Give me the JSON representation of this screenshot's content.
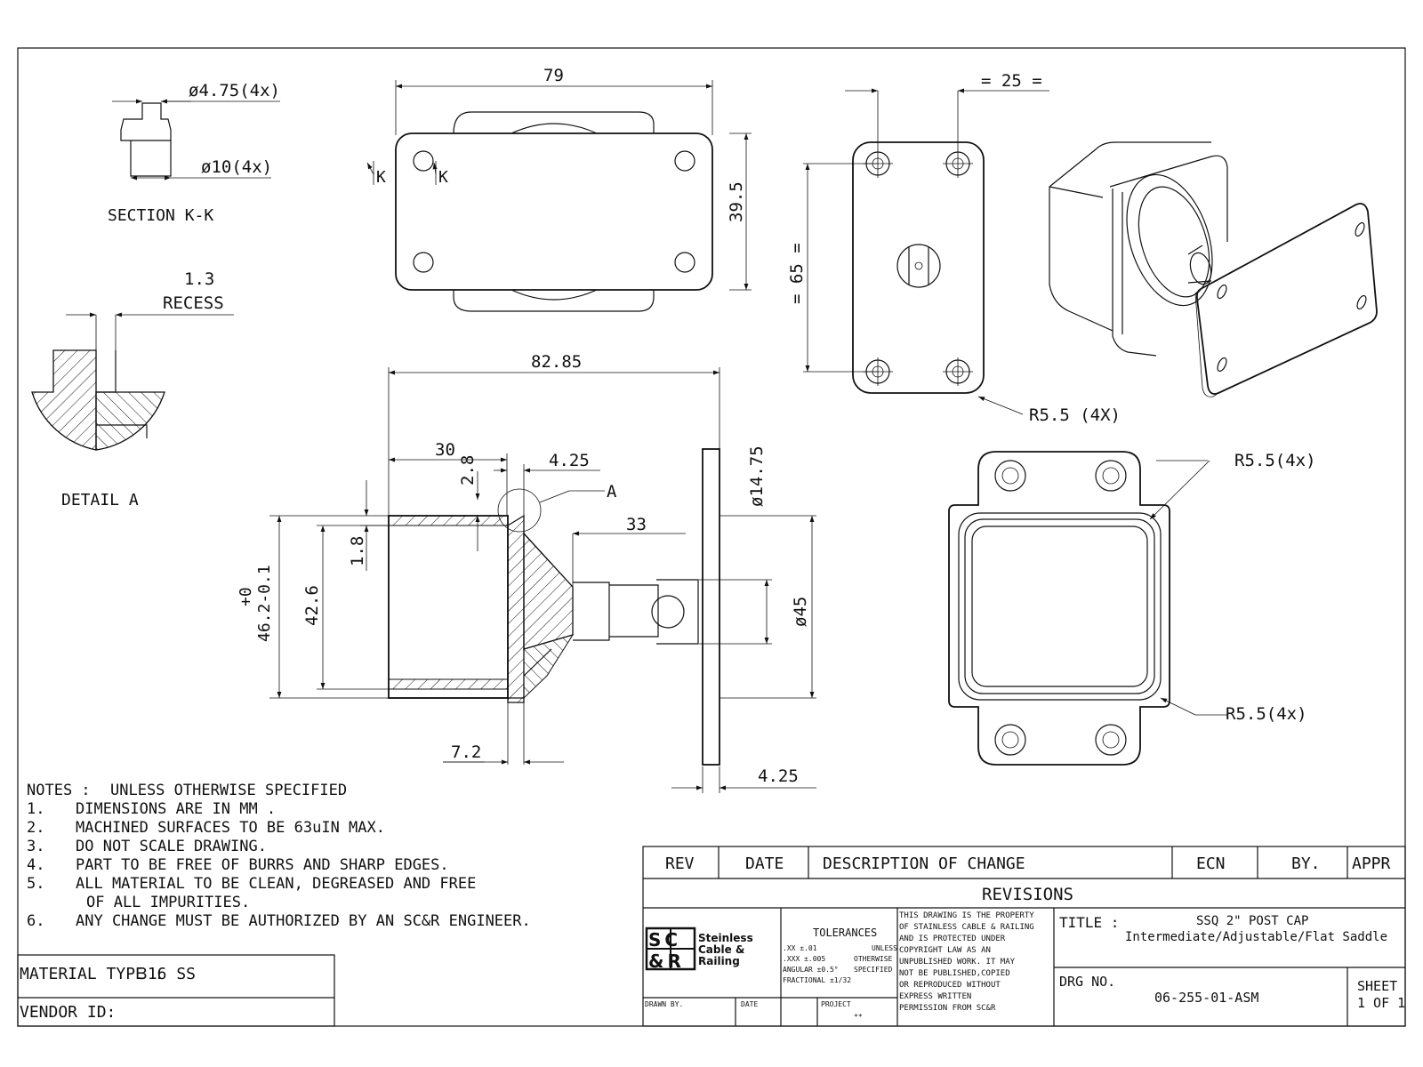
{
  "views": {
    "section_kk": {
      "title": "SECTION K-K",
      "hole_dia": "ø4.75(4x)",
      "counterbore_dia": "ø10(4x)"
    },
    "detail_a": {
      "title": "DETAIL A",
      "recess_value": "1.3",
      "recess_label": "RECESS"
    },
    "top_view": {
      "width": "79",
      "height": "39.5",
      "section_marker": "K"
    },
    "end_view": {
      "spacing_x": "= 25 =",
      "spacing_y": "= 65 =",
      "corner_radius": "R5.5 (4X)"
    },
    "side_section": {
      "overall_length": "82.85",
      "depth_30": "30",
      "wall_425": "4.25",
      "height_28": "2.8",
      "detail_callout": "A",
      "dim_33": "33",
      "dim_18": "1.8",
      "tol_top": "+0",
      "tol_main": "46.2-0.1",
      "dim_426": "42.6",
      "dia_1475": "ø14.75",
      "dia_45": "ø45",
      "dim_72": "7.2",
      "plate_425": "4.25"
    },
    "bottom_view": {
      "radius_outer": "R5.5(4x)",
      "radius_inner": "R5.5(4x)"
    }
  },
  "notes": {
    "header_left": "NOTES :",
    "header_right": "UNLESS OTHERWISE SPECIFIED",
    "items": [
      {
        "num": "1.",
        "text": "DIMENSIONS ARE IN MM ."
      },
      {
        "num": "2.",
        "text": "MACHINED SURFACES TO BE 63uIN MAX."
      },
      {
        "num": "3.",
        "text": "DO NOT SCALE DRAWING."
      },
      {
        "num": "4.",
        "text": "PART TO BE FREE OF BURRS AND SHARP EDGES."
      },
      {
        "num": "5.",
        "text": "ALL MATERIAL TO BE CLEAN, DEGREASED AND FREE"
      },
      {
        "num": "",
        "text": "OF ALL IMPURITIES."
      },
      {
        "num": "6.",
        "text": "ANY CHANGE MUST BE AUTHORIZED BY AN SC&R ENGINEER."
      }
    ]
  },
  "material": {
    "label": "MATERIAL TYPE :",
    "value": "316 SS",
    "vendor_label": "VENDOR ID:"
  },
  "revisions": {
    "headers": {
      "rev": "REV",
      "date": "DATE",
      "desc": "DESCRIPTION OF CHANGE",
      "ecn": "ECN",
      "by": "BY.",
      "appr": "APPR"
    },
    "title": "REVISIONS"
  },
  "titleblock": {
    "logo_mark_top": "SC",
    "logo_mark_bottom": "&R",
    "company_lines": [
      "Steinless",
      "Cable &",
      "Railing"
    ],
    "tolerances_title": "TOLERANCES",
    "tol_xx": ".XX ±.01",
    "tol_xxx": ".XXX ±.005",
    "tol_angular": "ANGULAR   ±0.5°",
    "tol_fractional": "FRACTIONAL    ±1/32",
    "tol_unless": "UNLESS",
    "tol_otherwise": "OTHERWISE",
    "tol_specified": "SPECIFIED",
    "drawn_by": "DRAWN BY.",
    "date": "DATE",
    "project": "PROJECT",
    "project_value": "**",
    "copyright_lines": [
      "THIS DRAWING IS THE PROPERTY",
      "OF STAINLESS CABLE & RAILING",
      "AND IS PROTECTED UNDER",
      "COPYRIGHT LAW AS AN",
      "UNPUBLISHED WORK. IT MAY",
      "NOT BE PUBLISHED,COPIED",
      "OR REPRODUCED WITHOUT",
      "EXPRESS WRITTEN",
      "PERMISSION FROM SC&R"
    ],
    "title_label": "TITLE :",
    "title_line1": "SSQ 2\" POST CAP",
    "title_line2": "Intermediate/Adjustable/Flat Saddle",
    "drg_label": "DRG NO.",
    "drg_value": "06-255-01-ASM",
    "sheet_label": "SHEET",
    "sheet_value": "1 OF 1"
  }
}
